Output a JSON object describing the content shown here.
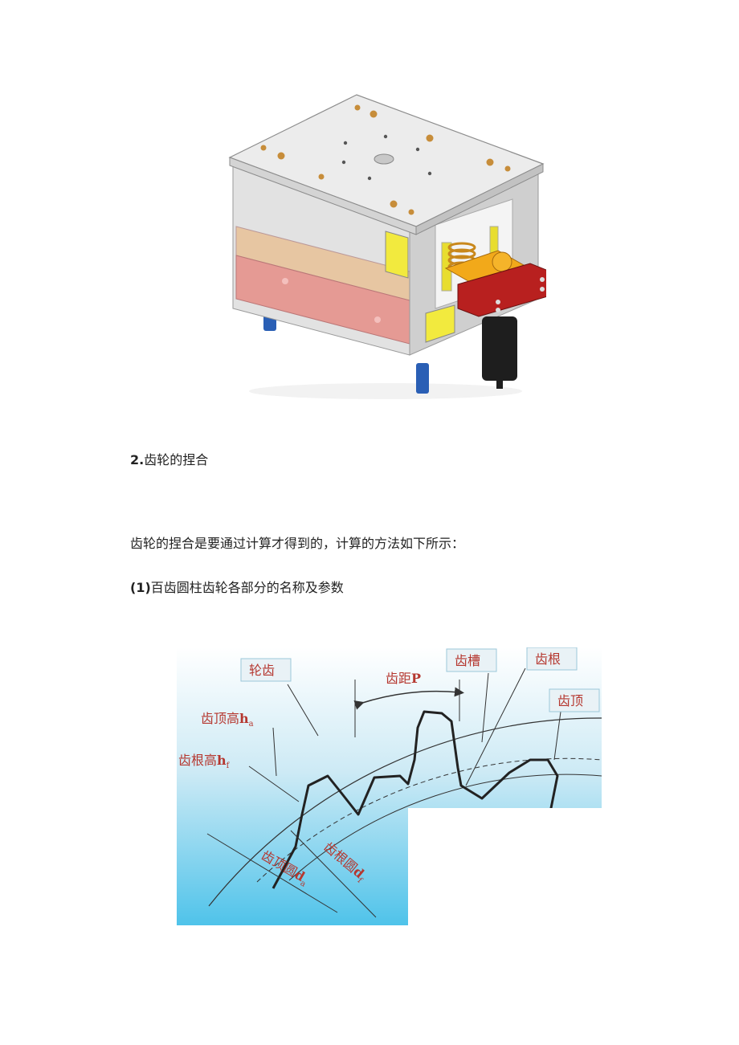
{
  "section": {
    "number": "2.",
    "title": "齿轮的捏合"
  },
  "paragraphs": {
    "intro": "齿轮的捏合是要通过计算才得到的，计算的方法如下所示：",
    "item_number": "(1)",
    "item_text": "百齿圆柱齿轮各部分的名称及参数"
  },
  "gear_diagram": {
    "labels": {
      "tooth": "轮齿",
      "pitch_main": "齿距",
      "pitch_symbol": "P",
      "tooth_space": "齿槽",
      "tooth_root": "齿根",
      "tooth_top": "齿顶",
      "addendum_main": "齿顶高",
      "addendum_symbol": "h",
      "addendum_sub": "a",
      "dedendum_main": "齿根高",
      "dedendum_symbol": "h",
      "dedendum_sub": "f",
      "tip_circle_main": "齿顶圆",
      "tip_circle_symbol": "d",
      "tip_circle_sub": "a",
      "root_circle_main": "齿根圆",
      "root_circle_symbol": "d",
      "root_circle_sub": "f"
    },
    "colors": {
      "label_text": "#b5372f",
      "background_top": "#ffffff",
      "background_bottom": "#4fc3ea"
    }
  },
  "mold_figure": {
    "colors": {
      "top_plate": "#e9e9e9",
      "tan_plate": "#e7c6a2",
      "pink_plate": "#e59a94",
      "yellow": "#f2ea3e",
      "red_block": "#b8201f",
      "legs": "#2a5fb5"
    }
  }
}
